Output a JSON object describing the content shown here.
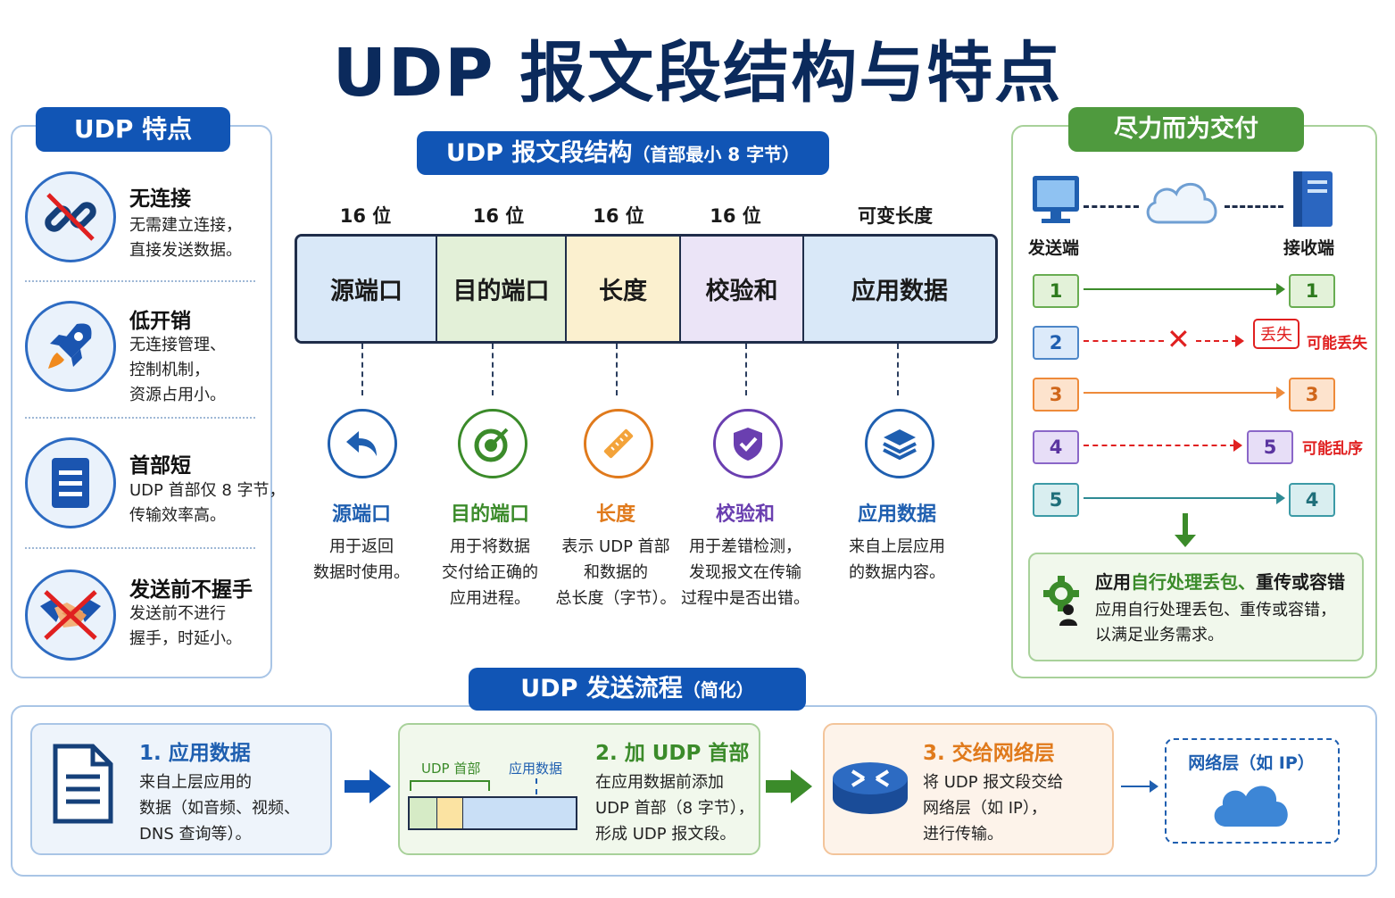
{
  "title": "UDP 报文段结构与特点",
  "features": {
    "header": "UDP 特点",
    "items": [
      {
        "title": "无连接",
        "desc": "无需建立连接，\n直接发送数据。"
      },
      {
        "title": "低开销",
        "desc": "无连接管理、\n控制机制，\n资源占用小。"
      },
      {
        "title": "首部短",
        "desc": "UDP 首部仅 8 字节，\n传输效率高。"
      },
      {
        "title": "发送前不握手",
        "desc": "发送前不进行\n握手，时延小。"
      }
    ]
  },
  "structure": {
    "header": "UDP 报文段结构",
    "header_note": "（首部最小 8 字节）",
    "bits": [
      "16 位",
      "16 位",
      "16 位",
      "16 位",
      "可变长度"
    ],
    "fields": [
      {
        "name": "源端口",
        "desc": "用于返回\n数据时使用。",
        "bg": "#d9e8f8",
        "color": "#1f5fb0",
        "icon": "reply-arrow-icon"
      },
      {
        "name": "目的端口",
        "desc": "用于将数据\n交付给正确的\n应用进程。",
        "bg": "#e3f0d8",
        "color": "#3b8b2a",
        "icon": "target-icon"
      },
      {
        "name": "长度",
        "desc": "表示 UDP 首部\n和数据的\n总长度（字节）。",
        "bg": "#fbf0cf",
        "color": "#e07a1c",
        "icon": "ruler-icon"
      },
      {
        "name": "校验和",
        "desc": "用于差错检测，\n发现报文在传输\n过程中是否出错。",
        "bg": "#ebe4f7",
        "color": "#6a3fb0",
        "icon": "shield-check-icon"
      },
      {
        "name": "应用数据",
        "desc": "来自上层应用\n的数据内容。",
        "bg": "#d9e8f8",
        "color": "#1f5fb0",
        "icon": "layers-icon"
      }
    ]
  },
  "delivery": {
    "header": "尽力而为交付",
    "sender": "发送端",
    "receiver": "接收端",
    "lost_tag": "丢失",
    "lost_note": "可能丢失",
    "order_note": "可能乱序",
    "rows": [
      {
        "left": "1",
        "right": "1"
      },
      {
        "left": "2",
        "right": ""
      },
      {
        "left": "3",
        "right": "3"
      },
      {
        "left": "4",
        "right": "5"
      },
      {
        "left": "5",
        "right": "4"
      }
    ],
    "app_title_a": "应用",
    "app_title_b": "自行处理丢包、",
    "app_title_c": "重传或容错",
    "app_desc": "应用自行处理丢包、重传或容错，\n以满足业务需求。"
  },
  "flow": {
    "header": "UDP 发送流程",
    "header_note": "（简化）",
    "steps": [
      {
        "title": "1. 应用数据",
        "desc": "来自上层应用的\n数据（如音频、视频、\nDNS 查询等）。"
      },
      {
        "title": "2. 加 UDP 首部",
        "desc": "在应用数据前添加\nUDP 首部（8 字节），\n形成 UDP 报文段。",
        "lbl_header": "UDP 首部",
        "lbl_data": "应用数据"
      },
      {
        "title": "3. 交给网络层",
        "desc": "将 UDP 报文段交给\n网络层（如 IP），\n进行传输。"
      }
    ],
    "network": "网络层（如 IP）"
  }
}
